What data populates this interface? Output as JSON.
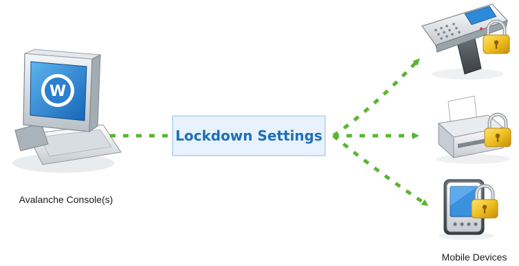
{
  "diagram": {
    "console": {
      "label": "Avalanche Console(s)",
      "icon": "computer-console-icon",
      "logo_letter": "W"
    },
    "center_box": {
      "label": "Lockdown Settings"
    },
    "devices": {
      "label": "Mobile Devices",
      "items": [
        {
          "icon": "handheld-scanner-lock-icon"
        },
        {
          "icon": "printer-lock-icon"
        },
        {
          "icon": "pda-lock-icon"
        }
      ]
    },
    "colors": {
      "arrow": "#5cb531",
      "box_fill": "#e8f2fc",
      "box_border": "#9ec4ea",
      "label_blue": "#1d6fb8",
      "lock_gold": "#e5b318"
    }
  }
}
